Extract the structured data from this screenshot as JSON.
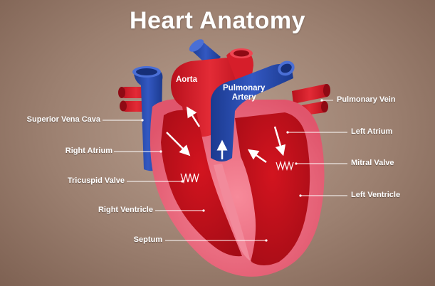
{
  "title": "Heart Anatomy",
  "vessels": {
    "aorta": "Aorta",
    "pulmonary_artery_line1": "Pulmonary",
    "pulmonary_artery_line2": "Artery"
  },
  "labels": {
    "superior_vena_cava": "Superior Vena Cava",
    "right_atrium": "Right Atrium",
    "tricuspid_valve": "Tricuspid Valve",
    "right_ventricle": "Right Ventricle",
    "septum": "Septum",
    "pulmonary_vein": "Pulmonary Vein",
    "left_atrium": "Left Atrium",
    "mitral_valve": "Mitral Valve",
    "left_ventricle": "Left Ventricle"
  },
  "colors": {
    "oxygenated": "#d8232e",
    "deoxygenated": "#2346a3",
    "outer_wall": "#f07a8c",
    "chamber": "#c8101c",
    "leader_line": "#ffffff"
  }
}
